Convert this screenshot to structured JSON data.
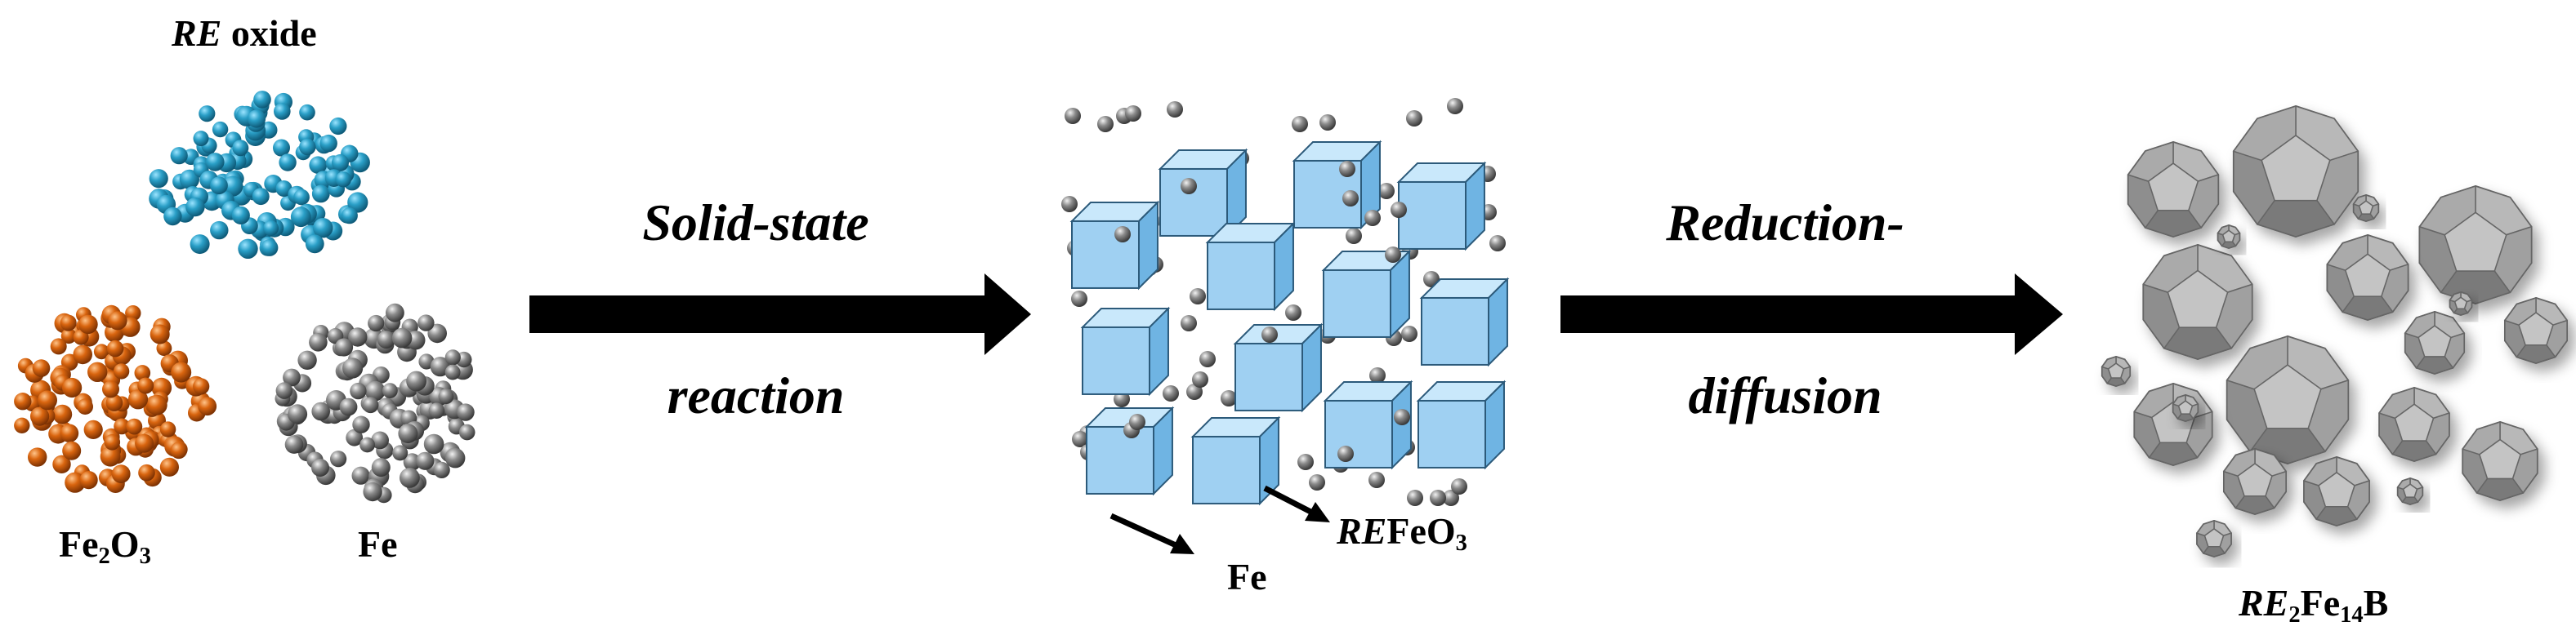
{
  "labels": {
    "re_oxide": {
      "italic": "RE",
      "rest": " oxide"
    },
    "fe2o3": {
      "a": "Fe",
      "s1": "2",
      "b": "O",
      "s2": "3"
    },
    "fe_left": "Fe",
    "fe_mid": "Fe",
    "refeo3": {
      "italic": "RE",
      "rest": "FeO",
      "sub": "3"
    },
    "re2fe14b": {
      "italic": "RE",
      "s1": "2",
      "b": "Fe",
      "s2": "14",
      "c": "B"
    }
  },
  "arrows": {
    "first": {
      "line1": "Solid-state",
      "line2": "reaction"
    },
    "second": {
      "line1": "Reduction-",
      "line2": "diffusion"
    }
  },
  "colors": {
    "re_oxide_particle": "#2a9fc7",
    "fe2o3_particle": "#d9650f",
    "fe_particle": "#8a8a8a",
    "cube_face": "#9fd0f2",
    "cube_edge": "#2c5a7a",
    "polyhedron": "#9a9a9a",
    "arrow": "#000000"
  }
}
